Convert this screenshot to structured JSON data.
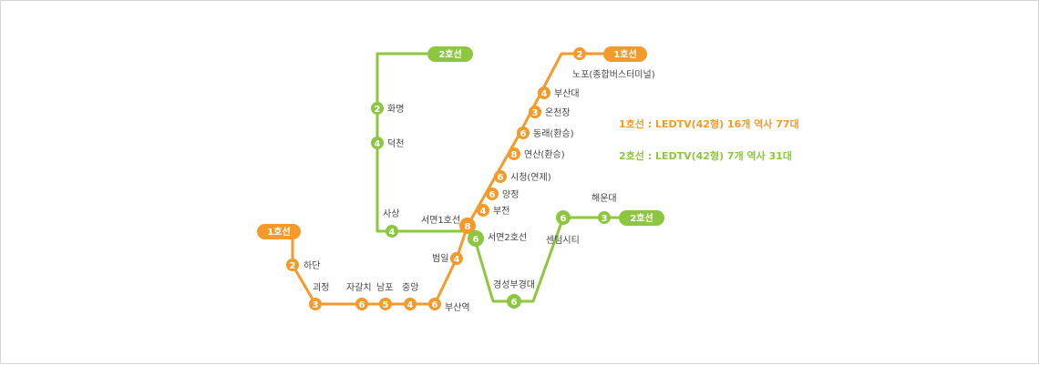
{
  "colors": {
    "line1": "#f39a2b",
    "line2": "#8dc63f"
  },
  "legend": [
    {
      "text": "1호선 : LEDTV(42형) 16개 역사 77대",
      "line": "1"
    },
    {
      "text": "2호선 : LEDTV(42형)   7개 역사 31대",
      "line": "2"
    }
  ],
  "pills": {
    "line1_top": "1호선",
    "line1_left": "1호선",
    "line2_top": "2호선",
    "line2_right": "2호선"
  },
  "stations": {
    "hadan": {
      "name": "하단",
      "count": "2"
    },
    "goejeong": {
      "name": "괴정",
      "count": "3"
    },
    "jagalchi": {
      "name": "자갈치",
      "count": "6"
    },
    "nampo": {
      "name": "남포",
      "count": "5"
    },
    "jungang": {
      "name": "중앙",
      "count": "4"
    },
    "busanyeok": {
      "name": "부산역",
      "count": "6"
    },
    "beomil": {
      "name": "범일",
      "count": "4"
    },
    "seomyeon1": {
      "name": "서면1호선",
      "count": "8"
    },
    "seomyeon2": {
      "name": "서면2호선",
      "count": "6"
    },
    "bujeon": {
      "name": "부전",
      "count": "4"
    },
    "yangjeong": {
      "name": "양정",
      "count": "6"
    },
    "sicheong": {
      "name": "시청(연제)",
      "count": "6"
    },
    "yeonsan": {
      "name": "연산(환승)",
      "count": "8"
    },
    "dongnae": {
      "name": "동래(환승)",
      "count": "6"
    },
    "oncheonjang": {
      "name": "온천장",
      "count": "3"
    },
    "busandae": {
      "name": "부산대",
      "count": "4"
    },
    "nopo": {
      "name": "노포(종합버스터미널)",
      "count": "2"
    },
    "hwamyeong": {
      "name": "화명",
      "count": "2"
    },
    "deokcheon": {
      "name": "덕천",
      "count": "4"
    },
    "sasang": {
      "name": "사상",
      "count": "4"
    },
    "kyungsung": {
      "name": "경성부경대",
      "count": "6"
    },
    "centum": {
      "name": "센텀시티",
      "count": "6"
    },
    "haeundae": {
      "name": "해운대",
      "count": "3"
    }
  }
}
